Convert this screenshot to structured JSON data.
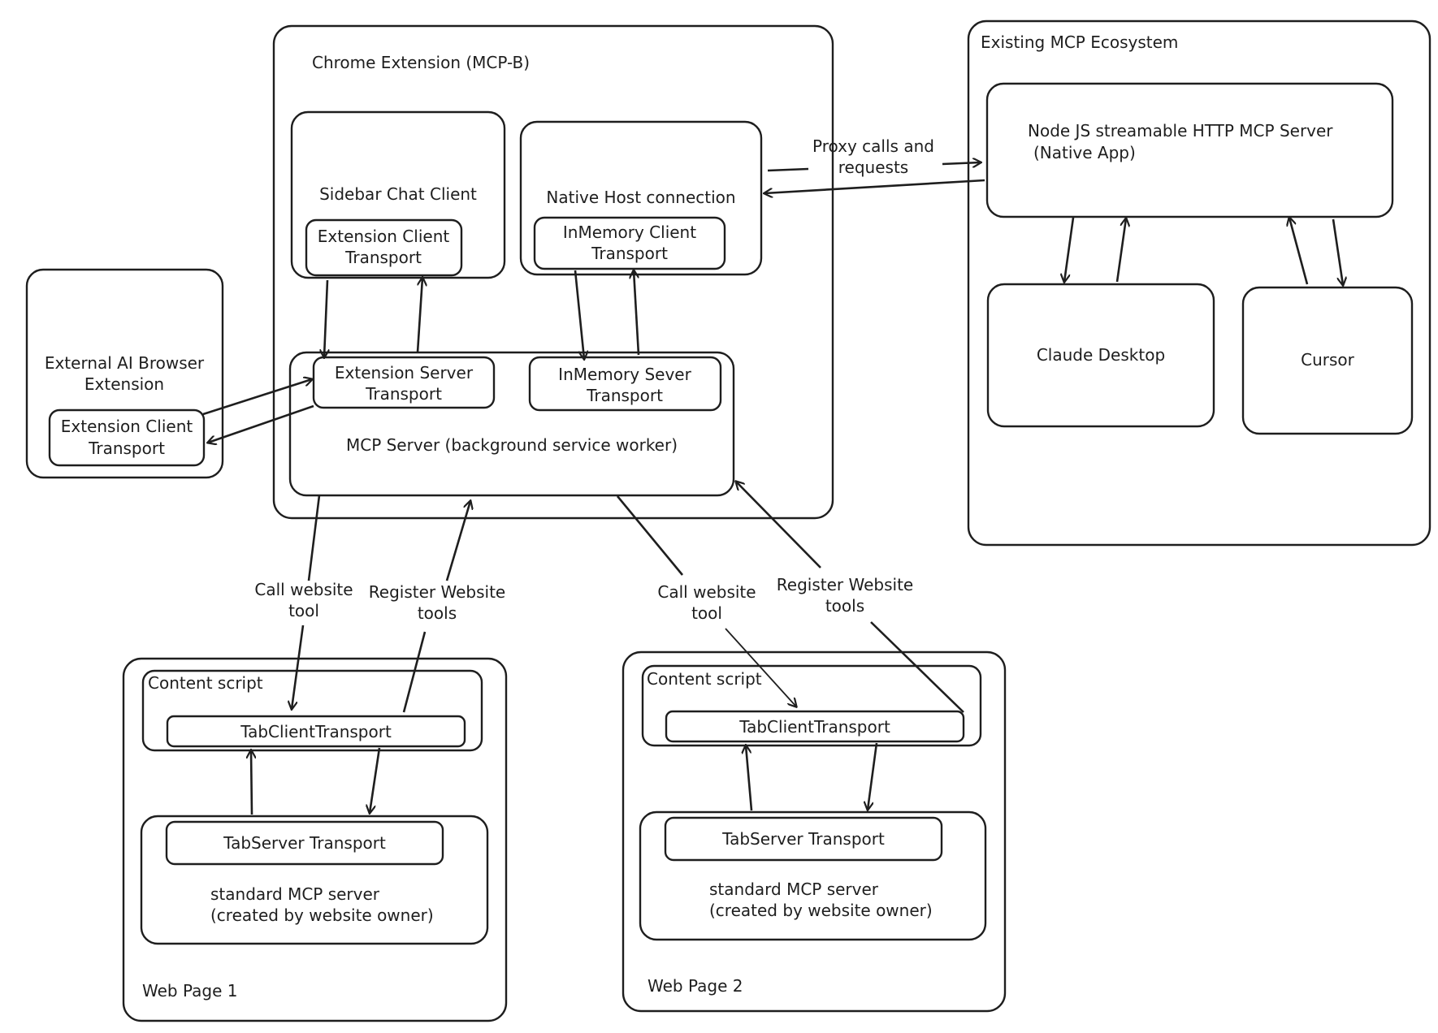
{
  "chrome_extension": {
    "title": "Chrome Extension (MCP-B)",
    "sidebar": {
      "label": "Sidebar Chat Client",
      "transport": [
        "Extension Client",
        "Transport"
      ]
    },
    "native_host": {
      "label": "Native Host connection",
      "transport": [
        "InMemory Client",
        "Transport"
      ]
    },
    "mcp_server": {
      "label": "MCP Server (background service worker)",
      "ext_transport": [
        "Extension Server",
        "Transport"
      ],
      "mem_transport": [
        "InMemory Sever",
        "Transport"
      ]
    }
  },
  "external_extension": {
    "label": [
      "External AI Browser",
      "Extension"
    ],
    "transport": [
      "Extension Client",
      "Transport"
    ]
  },
  "ecosystem": {
    "title": "Existing MCP Ecosystem",
    "node_server": [
      "Node JS streamable HTTP MCP Server",
      "(Native App)"
    ],
    "claude": "Claude Desktop",
    "cursor": "Cursor"
  },
  "proxy_label": [
    "Proxy calls and",
    "requests"
  ],
  "web_pages": [
    {
      "title": "Web Page 1",
      "content_script": "Content script",
      "tab_client": "TabClientTransport",
      "tab_server": "TabServer Transport",
      "server": [
        "standard MCP server",
        "(created by website owner)"
      ],
      "call_label": [
        "Call website",
        "tool"
      ],
      "register_label": [
        "Register Website",
        "tools"
      ]
    },
    {
      "title": "Web Page 2",
      "content_script": "Content script",
      "tab_client": "TabClientTransport",
      "tab_server": "TabServer Transport",
      "server": [
        "standard MCP server",
        "(created by website owner)"
      ],
      "call_label": [
        "Call website",
        "tool"
      ],
      "register_label": [
        "Register Website",
        "tools"
      ]
    }
  ]
}
